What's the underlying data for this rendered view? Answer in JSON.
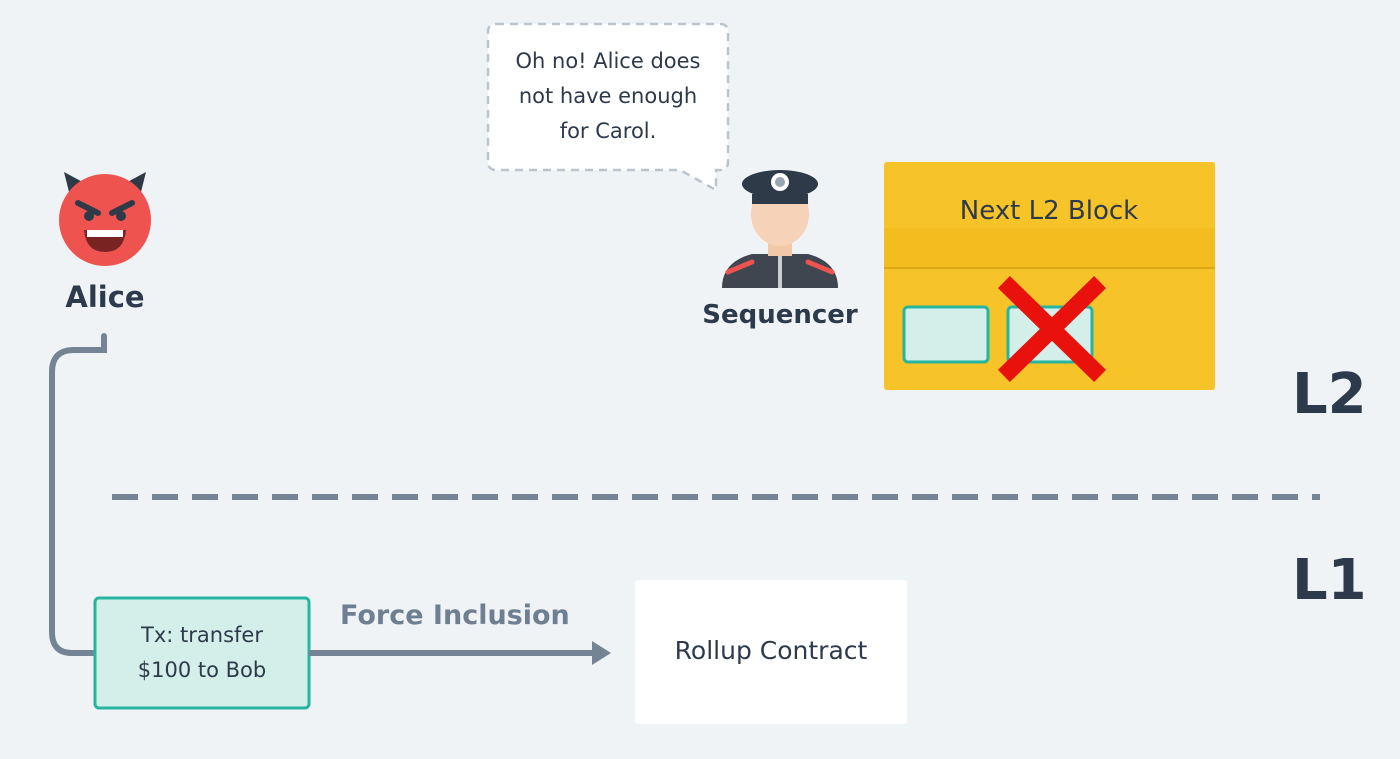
{
  "speech_bubble": {
    "text": "Oh no! Alice does\nnot have enough\nfor Carol."
  },
  "actors": {
    "alice": {
      "label": "Alice",
      "icon": "devil-face-icon",
      "color": "#ef5350"
    },
    "sequencer": {
      "label": "Sequencer",
      "icon": "officer-icon"
    }
  },
  "l2_block": {
    "title": "Next L2 Block",
    "color": "#f6c328",
    "rejected_mark": "red-x-icon"
  },
  "layers": {
    "l2": "L2",
    "l1": "L1"
  },
  "transaction": {
    "text": "Tx: transfer\n$100 to Bob",
    "fill": "#d4efe9",
    "border": "#26b6a0"
  },
  "arrow": {
    "label": "Force Inclusion"
  },
  "contract": {
    "label": "Rollup Contract"
  },
  "colors": {
    "connector": "#748494",
    "text": "#2d3a4b",
    "background": "#eff3f6"
  }
}
